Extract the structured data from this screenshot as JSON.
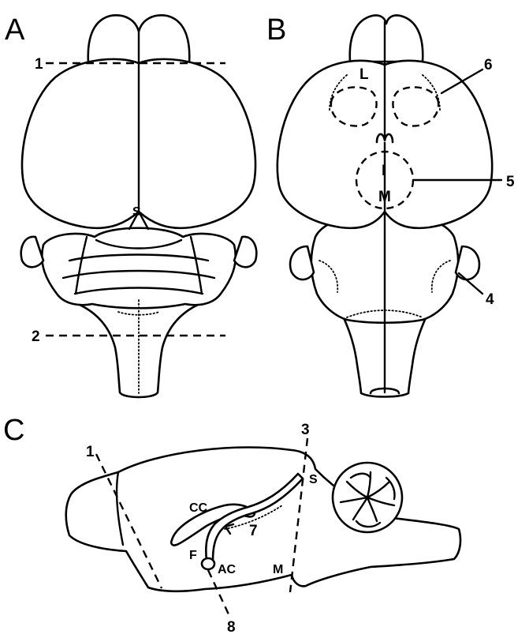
{
  "panels": {
    "a": {
      "letter": "A",
      "cut_top": "1",
      "cut_bottom": "2",
      "landmark_s": "S"
    },
    "b": {
      "letter": "B",
      "mark_l": "L",
      "mark_i": "I",
      "mark_m": "M",
      "num_6": "6",
      "num_5": "5",
      "num_4": "4"
    },
    "c": {
      "letter": "C",
      "num_1": "1",
      "num_3": "3",
      "num_7": "7",
      "num_8": "8",
      "cc": "CC",
      "f": "F",
      "ac": "AC",
      "s": "S",
      "m": "M"
    }
  }
}
